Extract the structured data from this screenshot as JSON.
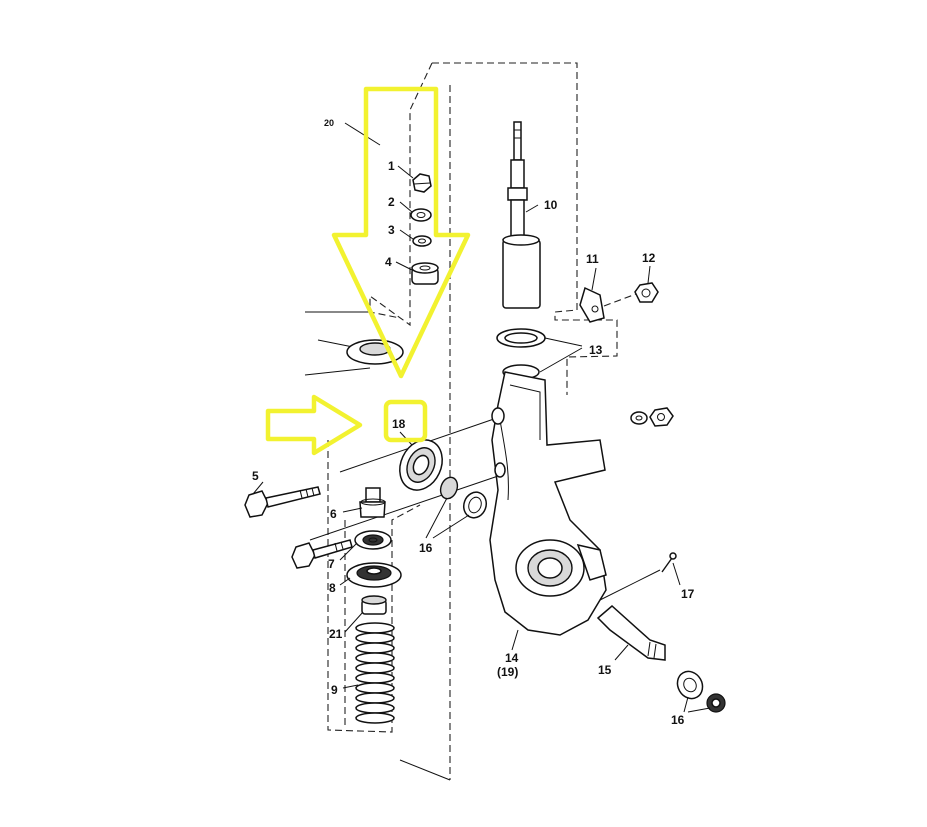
{
  "diagram": {
    "callouts": [
      {
        "id": "c20",
        "text": "20"
      },
      {
        "id": "c1",
        "text": "1"
      },
      {
        "id": "c2",
        "text": "2"
      },
      {
        "id": "c3",
        "text": "3"
      },
      {
        "id": "c4",
        "text": "4"
      },
      {
        "id": "c10",
        "text": "10"
      },
      {
        "id": "c11",
        "text": "11"
      },
      {
        "id": "c12",
        "text": "12"
      },
      {
        "id": "c13",
        "text": "13"
      },
      {
        "id": "c18",
        "text": "18"
      },
      {
        "id": "c5",
        "text": "5"
      },
      {
        "id": "c6",
        "text": "6"
      },
      {
        "id": "c16a",
        "text": "16"
      },
      {
        "id": "c7",
        "text": "7"
      },
      {
        "id": "c8",
        "text": "8"
      },
      {
        "id": "c17",
        "text": "17"
      },
      {
        "id": "c21",
        "text": "21"
      },
      {
        "id": "c14",
        "text": "14"
      },
      {
        "id": "c19",
        "text": "(19)"
      },
      {
        "id": "c15",
        "text": "15"
      },
      {
        "id": "c9",
        "text": "9"
      },
      {
        "id": "c16b",
        "text": "16"
      }
    ],
    "highlight_color": "#f2f230"
  }
}
